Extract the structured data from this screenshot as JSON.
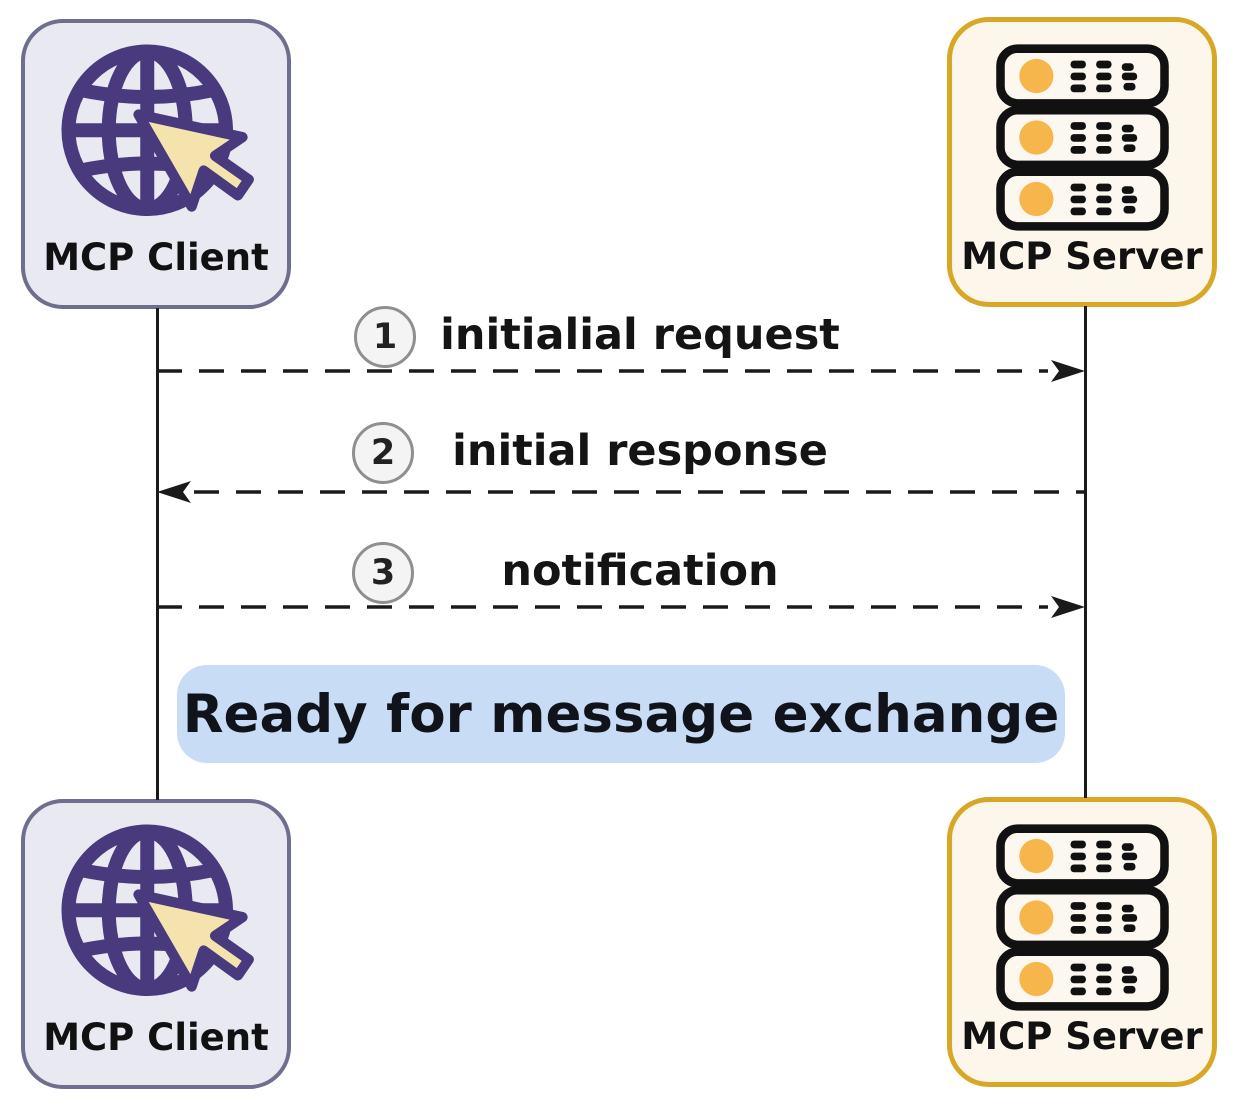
{
  "nodes": [
    {
      "label": "MCP Client",
      "icon": "globe-cursor-icon"
    },
    {
      "label": "MCP Server",
      "icon": "server-stack-icon"
    },
    {
      "label": "MCP Client",
      "icon": "globe-cursor-icon"
    },
    {
      "label": "MCP Server",
      "icon": "server-stack-icon"
    }
  ],
  "messages": [
    {
      "num": "1",
      "label": "initialial request",
      "direction": "client-to-server"
    },
    {
      "num": "2",
      "label": "initial response",
      "direction": "server-to-client"
    },
    {
      "num": "3",
      "label": "notification",
      "direction": "client-to-server"
    }
  ],
  "banner": {
    "label": "Ready for message exchange"
  },
  "colors": {
    "client_box_fill": "#e9e9f2",
    "client_box_border": "#6e6e8e",
    "globe_purple": "#483a7d",
    "cursor_cream": "#f5e3ae",
    "server_box_fill": "#fdf6ea",
    "server_box_border": "#d8a726",
    "server_dot_orange": "#f6b64b",
    "banner_fill": "#c9dcf5",
    "line_color": "#1a1a1a"
  }
}
